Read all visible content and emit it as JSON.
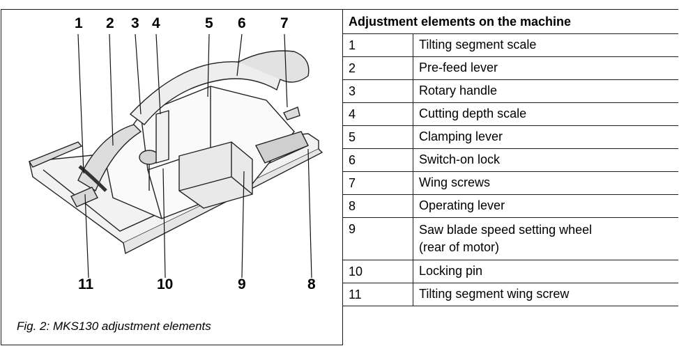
{
  "figure": {
    "callouts_top": [
      "1",
      "2",
      "3",
      "4",
      "5",
      "6",
      "7"
    ],
    "callouts_bottom": [
      "11",
      "10",
      "9",
      "8"
    ],
    "caption": "Fig. 2: MKS130 adjustment elements"
  },
  "table": {
    "header": "Adjustment elements on the machine",
    "rows": [
      {
        "num": "1",
        "desc": "Tilting segment scale"
      },
      {
        "num": "2",
        "desc": "Pre-feed lever"
      },
      {
        "num": "3",
        "desc": "Rotary handle"
      },
      {
        "num": "4",
        "desc": "Cutting depth scale"
      },
      {
        "num": "5",
        "desc": "Clamping lever"
      },
      {
        "num": "6",
        "desc": "Switch-on lock"
      },
      {
        "num": "7",
        "desc": "Wing screws"
      },
      {
        "num": "8",
        "desc": "Operating lever"
      },
      {
        "num": "9",
        "desc": "Saw blade speed setting wheel",
        "desc2": "(rear of motor)"
      },
      {
        "num": "10",
        "desc": "Locking pin"
      },
      {
        "num": "11",
        "desc": "Tilting segment wing screw"
      }
    ]
  }
}
